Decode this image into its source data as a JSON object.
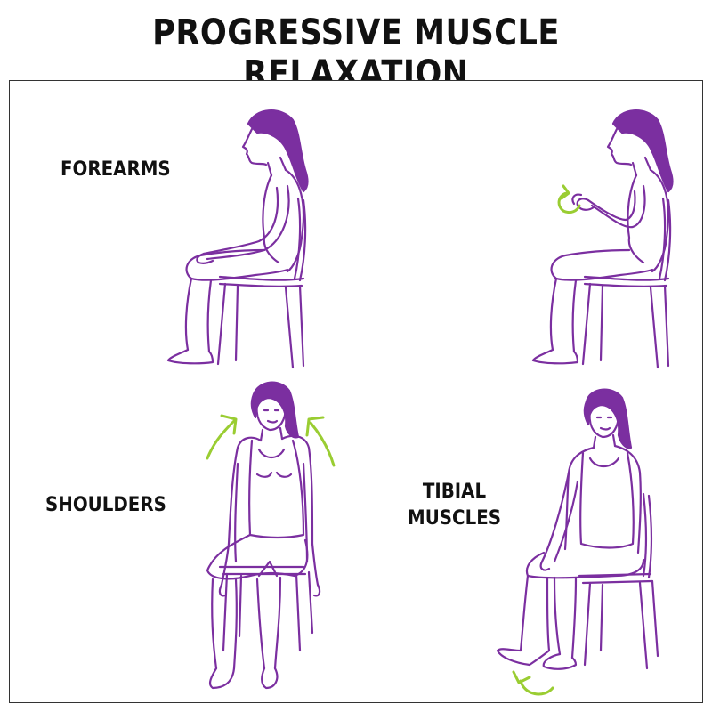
{
  "title": "PROGRESSIVE MUSCLE RELAXATION",
  "labels": {
    "forearms": "FOREARMS",
    "shoulders": "SHOULDERS",
    "tibial_line1": "TIBIAL",
    "tibial_line2": "MUSCLES"
  },
  "colors": {
    "figure": "#7b2fa0",
    "hair": "#7b2fa0",
    "arrow": "#9acd32",
    "text": "#111111",
    "border": "#333333"
  },
  "icons": [
    "rotate-arrow-icon",
    "up-arrow-icon",
    "rotate-arrow-icon"
  ]
}
